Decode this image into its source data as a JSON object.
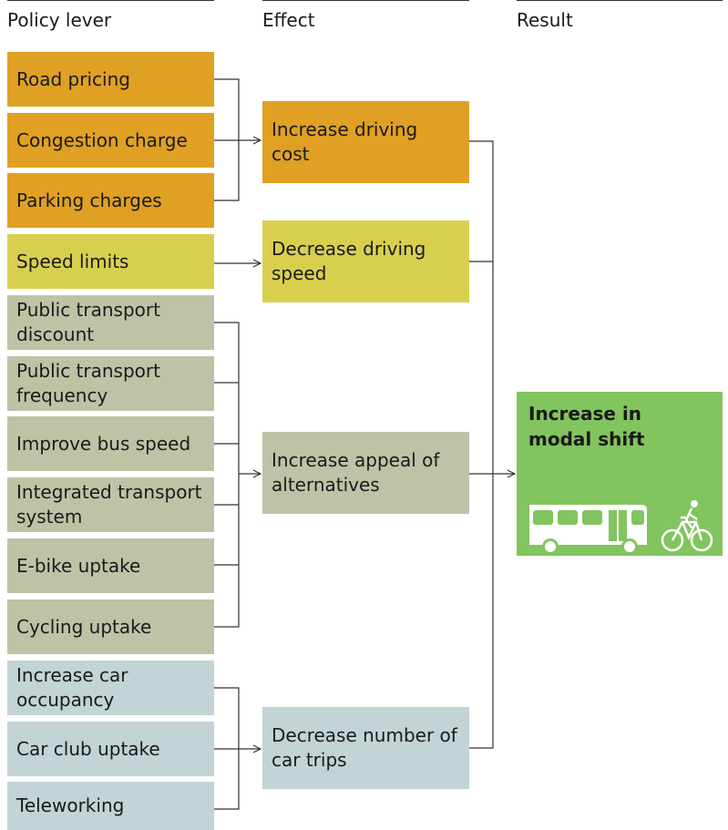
{
  "headers": {
    "policy": "Policy lever",
    "effect": "Effect",
    "result": "Result"
  },
  "levers": [
    "Road pricing",
    "Congestion charge",
    "Parking charges",
    "Speed limits",
    "Public transport discount",
    "Public transport frequency",
    "Improve bus speed",
    "Integrated transport system",
    "E-bike uptake",
    "Cycling uptake",
    "Increase car occupancy",
    "Car club uptake",
    "Teleworking"
  ],
  "effects": [
    "Increase driving cost",
    "Decrease driving speed",
    "Increase appeal of alternatives",
    "Decrease number of car trips"
  ],
  "result": {
    "title": "Increase in modal shift",
    "icons": [
      "bus-icon",
      "bicycle-icon"
    ]
  },
  "colors": {
    "cost": "#e0a024",
    "speed": "#d9cf4f",
    "alternatives": "#bec3a5",
    "trips": "#c2d4d5",
    "result": "#82c45e"
  }
}
